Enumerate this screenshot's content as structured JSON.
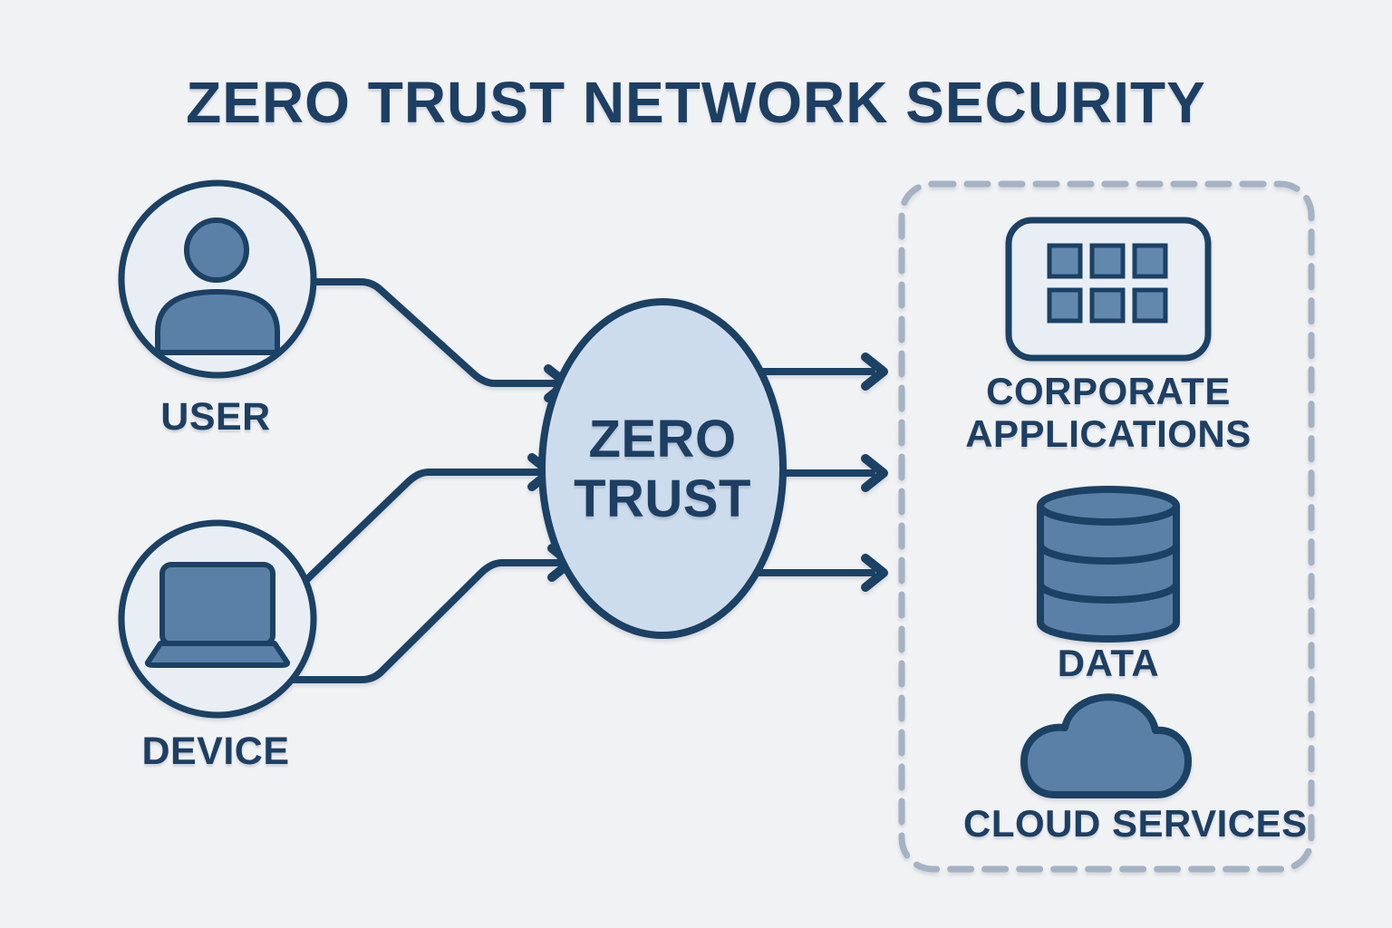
{
  "title": "ZERO TRUST NETWORK SECURITY",
  "nodes": {
    "user": {
      "label": "USER",
      "icon": "person-icon"
    },
    "device": {
      "label": "DEVICE",
      "icon": "laptop-icon"
    },
    "zero_trust": {
      "label": "ZERO TRUST",
      "line1": "ZERO",
      "line2": "TRUST"
    },
    "protected_zone": {
      "items": [
        {
          "label": "CORPORATE APPLICATIONS",
          "icon": "app-grid-icon"
        },
        {
          "label": "DATA",
          "icon": "database-icon"
        },
        {
          "label": "CLOUD SERVICES",
          "icon": "cloud-icon"
        }
      ]
    }
  },
  "connections": [
    {
      "from": "USER",
      "to": "ZERO TRUST"
    },
    {
      "from": "DEVICE",
      "to": "ZERO TRUST"
    },
    {
      "from": "DEVICE",
      "to": "ZERO TRUST"
    },
    {
      "from": "ZERO TRUST",
      "to": "CORPORATE APPLICATIONS"
    },
    {
      "from": "ZERO TRUST",
      "to": "DATA"
    },
    {
      "from": "ZERO TRUST",
      "to": "CLOUD SERVICES"
    }
  ],
  "colors": {
    "background": "#f1f2f4",
    "outline": "#1b4164",
    "text": "#1d3f63",
    "fill_medium": "#5b80a8",
    "fill_light": "#e9eef5",
    "fill_ellipse": "#cddcec",
    "dashed_border": "#a4b2c4",
    "app_square_fill": "#6388ae"
  }
}
